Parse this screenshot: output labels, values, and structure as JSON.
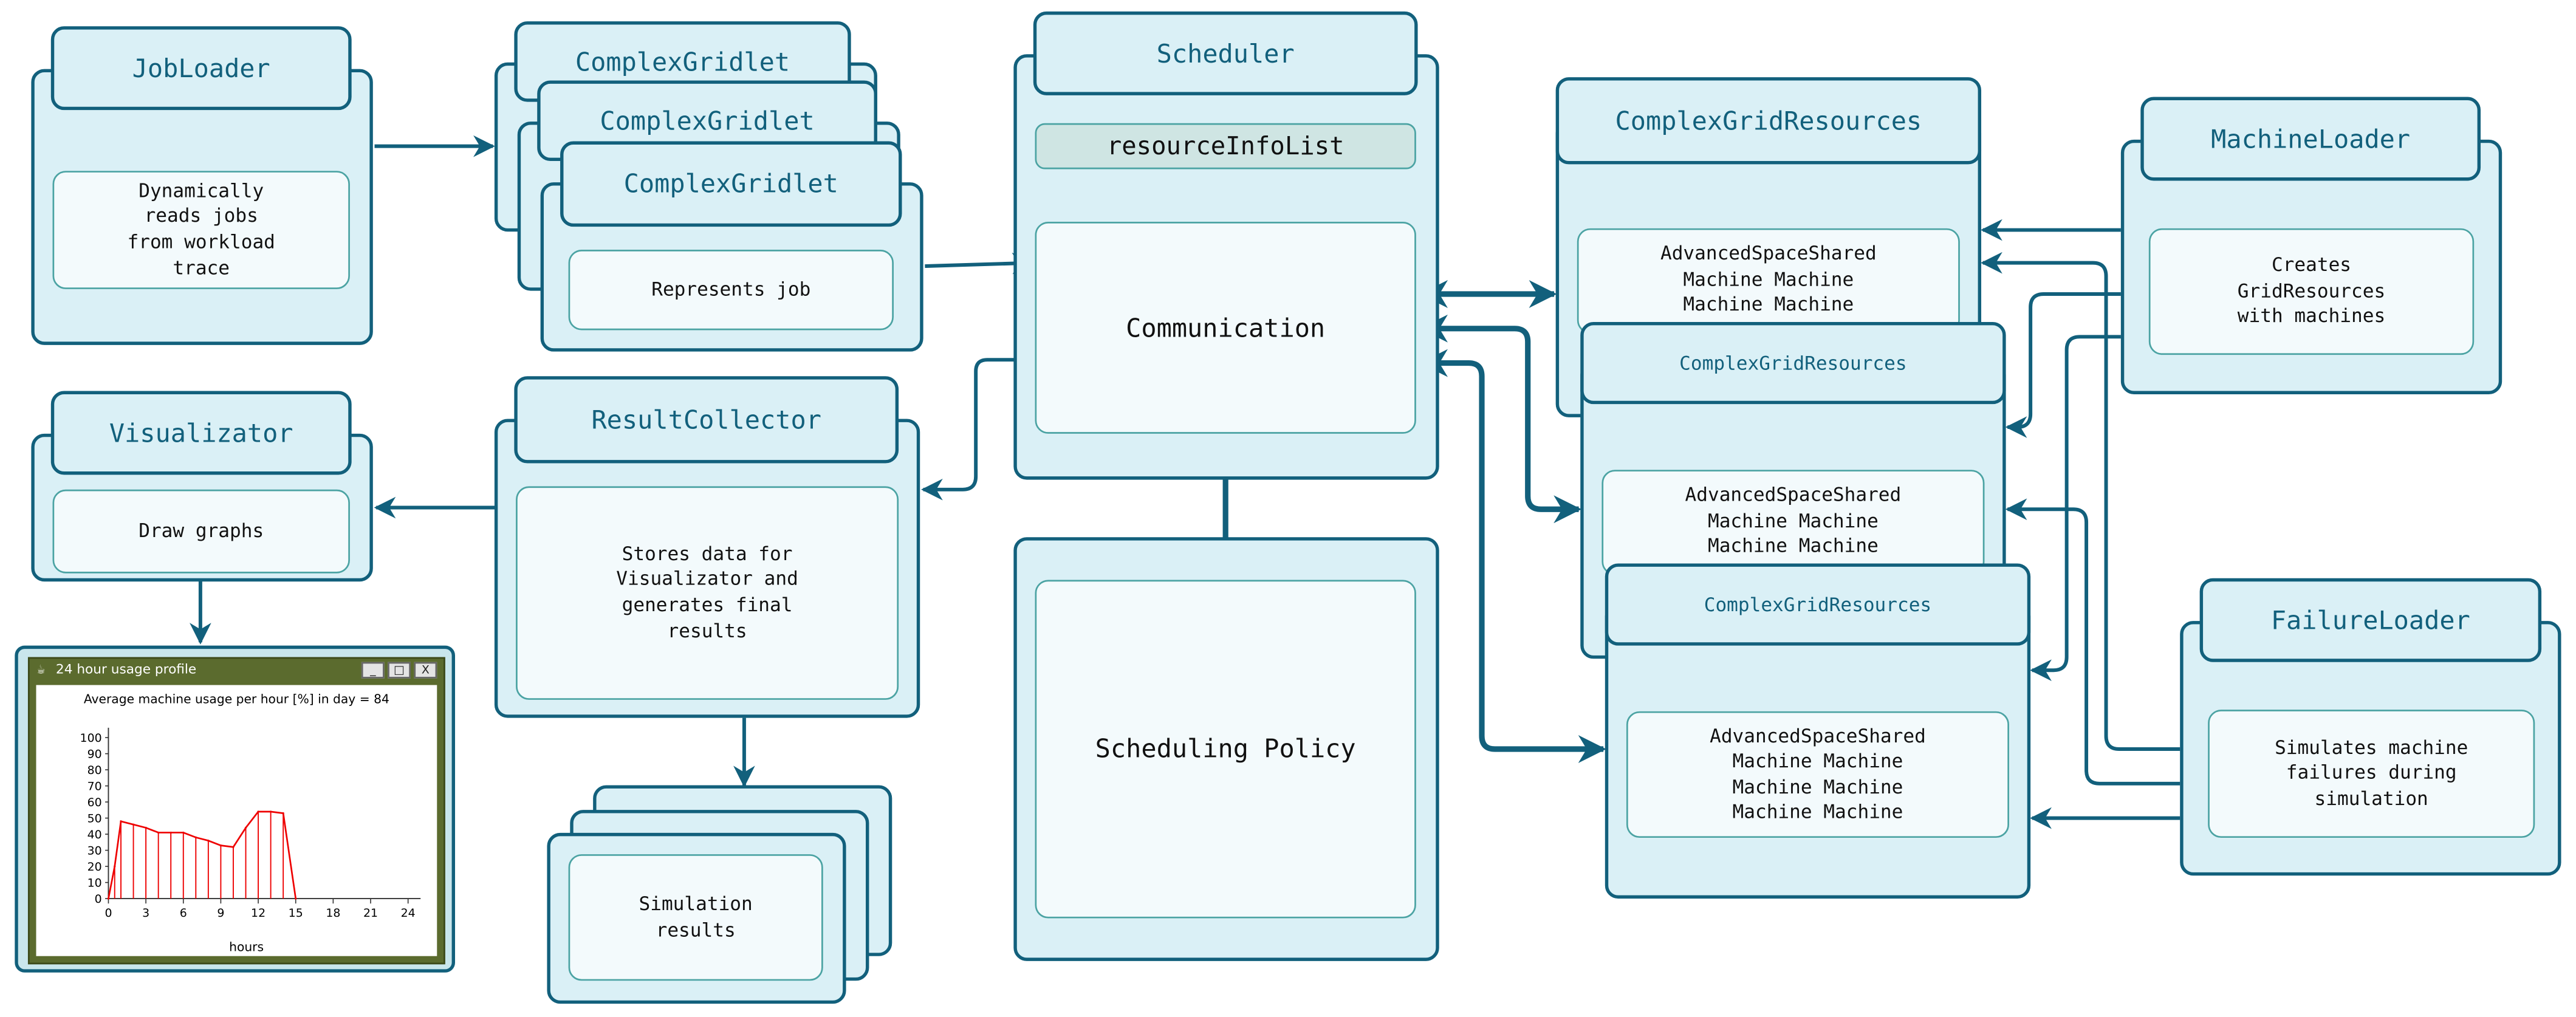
{
  "colors": {
    "border": "#12607c",
    "fill": "#daf0f6",
    "inner_fill": "#f3fafc",
    "inner_border": "#4ba3a3",
    "arrow": "#12607c",
    "chart_line": "#ee0000"
  },
  "job_loader": {
    "title": "JobLoader",
    "text": "Dynamically\nreads jobs\nfrom workload\ntrace"
  },
  "gridlets": {
    "title_1": "ComplexGridlet",
    "title_2": "ComplexGridlet",
    "title_3": "ComplexGridlet",
    "text": "Represents job"
  },
  "scheduler": {
    "title": "Scheduler",
    "list": "resourceInfoList",
    "communication": "Communication"
  },
  "scheduling_policy": {
    "text": "Scheduling Policy"
  },
  "resources": [
    {
      "title": "ComplexGridResources",
      "text": "AdvancedSpaceShared\nMachine   Machine\nMachine   Machine"
    },
    {
      "title": "ComplexGridResources",
      "text": "AdvancedSpaceShared\nMachine   Machine\nMachine   Machine"
    },
    {
      "title": "ComplexGridResources",
      "text": "AdvancedSpaceShared\nMachine   Machine\nMachine   Machine\nMachine   Machine"
    }
  ],
  "machine_loader": {
    "title": "MachineLoader",
    "text": "Creates\nGridResources\nwith machines"
  },
  "failure_loader": {
    "title": "FailureLoader",
    "text": "Simulates machine\nfailures during\nsimulation"
  },
  "visualizator": {
    "title": "Visualizator",
    "text": "Draw graphs"
  },
  "result_collector": {
    "title": "ResultCollector",
    "text": "Stores data for\nVisualizator and\ngenerates final\nresults"
  },
  "simulation_results": {
    "text": "Simulation\nresults"
  },
  "window": {
    "title": "24 hour usage profile",
    "btn_min": "_",
    "btn_max": "□",
    "btn_close": "X"
  },
  "chart_data": {
    "type": "line",
    "title": "Average machine usage per hour [%] in day = 84",
    "xlabel": "hours",
    "ylabel": "",
    "xlim": [
      0,
      25
    ],
    "ylim": [
      0,
      100
    ],
    "xticks": [
      0,
      3,
      6,
      9,
      12,
      15,
      18,
      21,
      24
    ],
    "yticks": [
      0,
      10,
      20,
      30,
      40,
      50,
      60,
      70,
      80,
      90,
      100
    ],
    "x": [
      0,
      0.5,
      1,
      2,
      3,
      4,
      5,
      6,
      7,
      8,
      9,
      10,
      11,
      12,
      13,
      14,
      15
    ],
    "y": [
      0,
      20,
      48,
      46,
      44,
      41,
      41,
      41,
      38,
      36,
      33,
      32,
      44,
      54,
      54,
      53,
      0
    ],
    "drop_lines": true
  }
}
